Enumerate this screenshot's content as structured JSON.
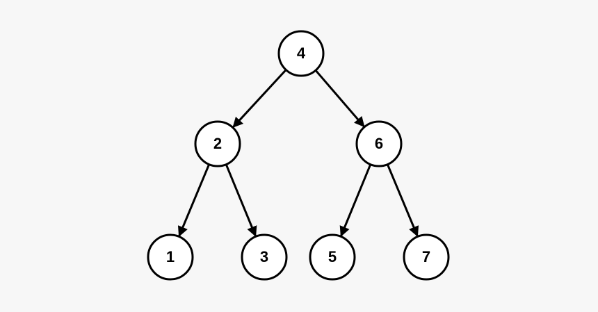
{
  "diagram": {
    "type": "binary-tree",
    "colors": {
      "background": "#f7f7f7",
      "node_fill": "#ffffff",
      "stroke": "#000000",
      "text": "#000000"
    },
    "nodes": [
      {
        "id": "n4",
        "label": "4"
      },
      {
        "id": "n2",
        "label": "2"
      },
      {
        "id": "n6",
        "label": "6"
      },
      {
        "id": "n1",
        "label": "1"
      },
      {
        "id": "n3",
        "label": "3"
      },
      {
        "id": "n5",
        "label": "5"
      },
      {
        "id": "n7",
        "label": "7"
      }
    ],
    "edges": [
      {
        "from": "n4",
        "to": "n2"
      },
      {
        "from": "n4",
        "to": "n6"
      },
      {
        "from": "n2",
        "to": "n1"
      },
      {
        "from": "n2",
        "to": "n3"
      },
      {
        "from": "n6",
        "to": "n5"
      },
      {
        "from": "n6",
        "to": "n7"
      }
    ]
  }
}
